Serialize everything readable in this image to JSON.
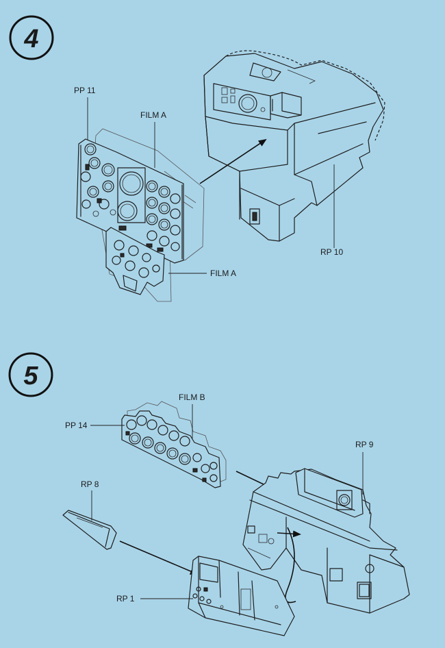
{
  "steps": [
    {
      "number": "4",
      "labels": {
        "pp11": "PP 11",
        "film_a_top": "FILM A",
        "film_a_bottom": "FILM A",
        "rp10": "RP 10"
      }
    },
    {
      "number": "5",
      "labels": {
        "film_b": "FILM B",
        "pp14": "PP 14",
        "rp9": "RP 9",
        "rp8": "RP 8",
        "rp1": "RP 1"
      }
    }
  ]
}
